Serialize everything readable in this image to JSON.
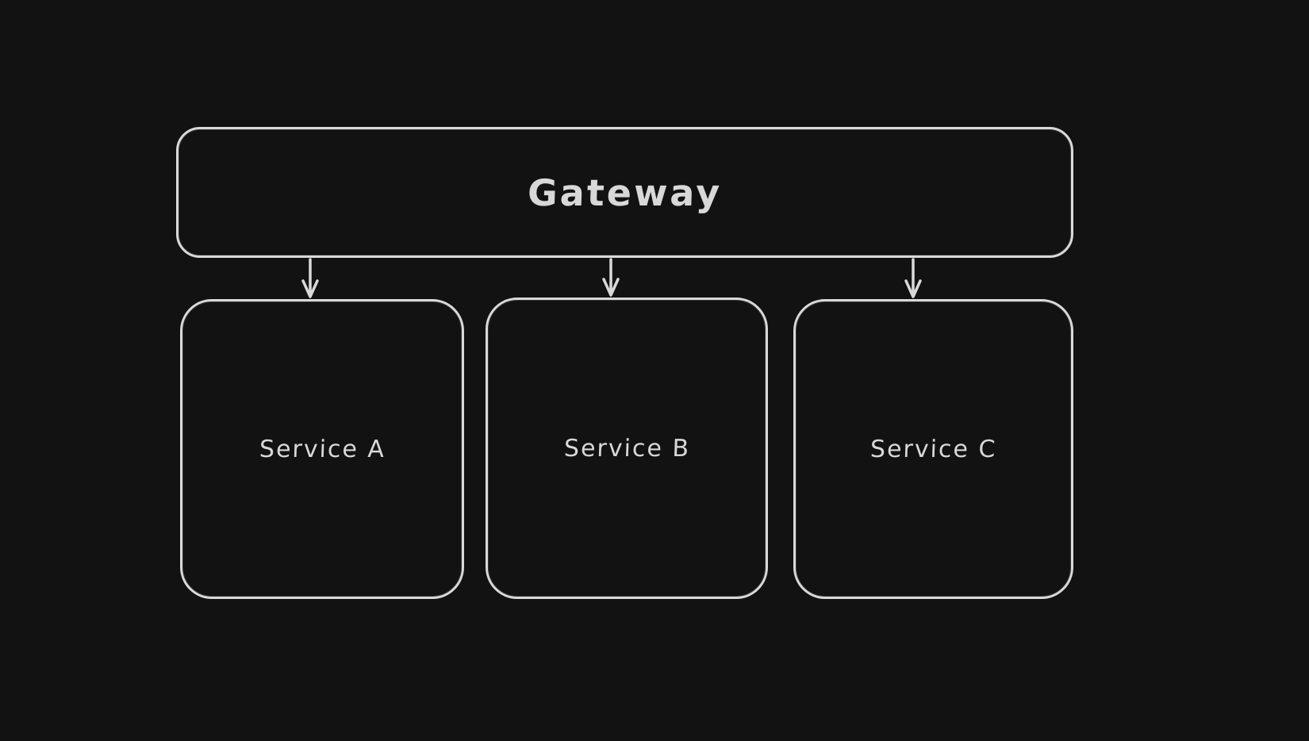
{
  "diagram": {
    "type": "flowchart",
    "style": "hand-drawn-whiteboard-dark",
    "background_color": "#121212",
    "stroke_color": "#d9d9d9",
    "text_color": "#d8d8d8",
    "nodes": [
      {
        "id": "gateway",
        "label": "Gateway",
        "shape": "rounded-rectangle",
        "row": "top"
      },
      {
        "id": "service-a",
        "label": "Service A",
        "shape": "rounded-rectangle",
        "row": "bottom"
      },
      {
        "id": "service-b",
        "label": "Service B",
        "shape": "rounded-rectangle",
        "row": "bottom"
      },
      {
        "id": "service-c",
        "label": "Service C",
        "shape": "rounded-rectangle",
        "row": "bottom"
      }
    ],
    "edges": [
      {
        "from": "Gateway",
        "to": "Service A",
        "direction": "down",
        "head": "open-v-arrow"
      },
      {
        "from": "Gateway",
        "to": "Service B",
        "direction": "down",
        "head": "open-v-arrow"
      },
      {
        "from": "Gateway",
        "to": "Service C",
        "direction": "down",
        "head": "open-v-arrow"
      }
    ]
  }
}
